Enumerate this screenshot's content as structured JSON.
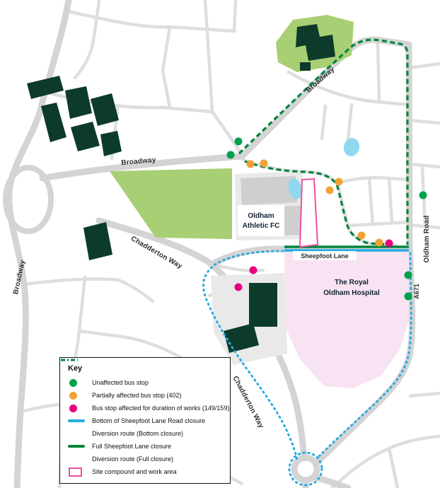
{
  "map": {
    "labels": {
      "broadway_ne": "Broadway",
      "broadway_mid": "Broadway",
      "broadway_left": "Broadway",
      "chadderton_way_upper": "Chadderton Way",
      "chadderton_way_lower": "Chadderton Way",
      "sheepfoot_lane": "Sheepfoot Lane",
      "oldham_road": "Oldham Road",
      "a671": "A671",
      "oafc_line1": "Oldham",
      "oafc_line2": "Athletic FC",
      "hospital_line1": "The Royal",
      "hospital_line2": "Oldham Hospital"
    },
    "colors": {
      "unaffected_stop": "#00a04b",
      "partially_affected_stop": "#f2a134",
      "affected_stop": "#e5007e",
      "bottom_closure": "#29abe2",
      "full_closure": "#00843d",
      "site_compound": "#ee4f9e",
      "park": "#a8cf74",
      "building": "#0c3b2a",
      "hospital_area": "#f7e3f2",
      "road": "#d6d6d6",
      "pond": "#8fd8ef"
    }
  },
  "key": {
    "title": "Key",
    "items": [
      {
        "label": "Unaffected bus stop",
        "marker": "dot",
        "color": "#00a04b"
      },
      {
        "label": "Partially affected bus stop (402)",
        "marker": "dot",
        "color": "#f2a134"
      },
      {
        "label": "Bus stop affected for duration of works (149/159)",
        "marker": "dot",
        "color": "#e5007e"
      },
      {
        "label": "Bottom of Sheepfoot Lane Road closure",
        "marker": "line",
        "color": "#29abe2"
      },
      {
        "label": "Diversion route (Bottom closure)",
        "marker": "dashed-line",
        "color": "#29abe2"
      },
      {
        "label": "Full Sheepfoot Lane closure",
        "marker": "line",
        "color": "#00843d"
      },
      {
        "label": "Diversion route (Full closure)",
        "marker": "dashed-line",
        "color": "#00843d"
      },
      {
        "label": "Site compound and work area",
        "marker": "rect-outline",
        "color": "#ee4f9e"
      }
    ]
  }
}
